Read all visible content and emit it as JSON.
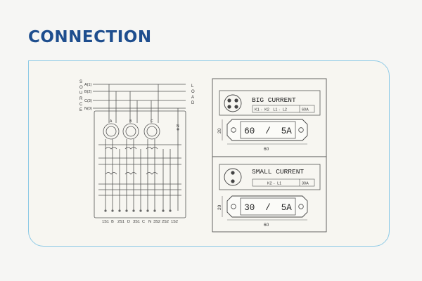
{
  "page": {
    "title": "CONNECTION"
  },
  "wiring": {
    "source_label": "SOURCE",
    "load_label": "LOAD",
    "phases": [
      "A(1)",
      "B(2)",
      "C(3)",
      "N(0)"
    ],
    "ct_labels": [
      "A",
      "B",
      "C",
      "N"
    ],
    "terminals": [
      "1S1",
      "B",
      "2S1",
      "D",
      "3S1",
      "C",
      "N",
      "3S2",
      "2S2",
      "1S2"
    ]
  },
  "big_current": {
    "title": "BIG CURRENT",
    "terminals": [
      "K1",
      "K2",
      "L1",
      "L2"
    ],
    "rating": "60A",
    "display": "60  /  5A",
    "dim_height": "20",
    "dim_width": "60"
  },
  "small_current": {
    "title": "SMALL CURRENT",
    "terminals": [
      "K2",
      "L1"
    ],
    "rating": "30A",
    "display": "30  /  5A",
    "dim_height": "20",
    "dim_width": "60"
  }
}
